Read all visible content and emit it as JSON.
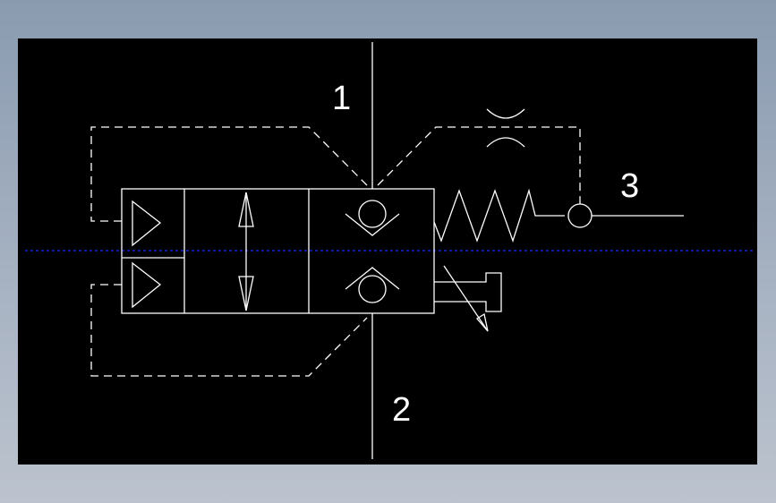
{
  "diagram": {
    "ports": [
      {
        "id": "port-1",
        "label": "1"
      },
      {
        "id": "port-2",
        "label": "2"
      },
      {
        "id": "port-3",
        "label": "3"
      }
    ]
  },
  "colors": {
    "background": "#000000",
    "lines": "#ffffff",
    "centerline": "#1a2aff",
    "frame_top": "#8a9bb0",
    "frame_bottom": "#bcc3ce"
  }
}
